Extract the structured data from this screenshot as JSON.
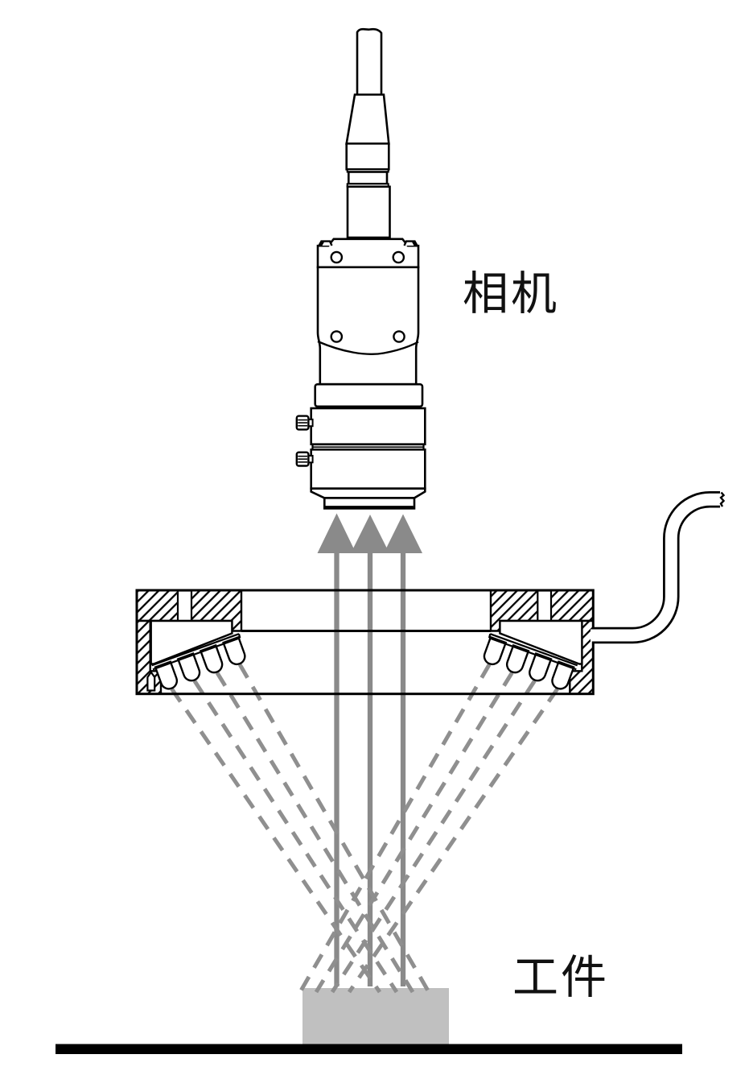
{
  "diagram": {
    "labels": {
      "camera": "相机",
      "workpiece": "工件"
    },
    "colors": {
      "line_art": "#000000",
      "reflected_ray_gray": "#8a8a8a",
      "illumination_ray_gray": "#8f8f8f",
      "workpiece_fill": "#c0c0c0",
      "background": "#ffffff"
    },
    "parts": [
      "camera-cable",
      "cable-connector",
      "camera-body",
      "lens-assembly",
      "reflected-light-arrows",
      "ring-light-housing",
      "led-array-left",
      "led-array-right",
      "ring-light-power-cable",
      "illumination-rays",
      "workpiece",
      "ground-line"
    ]
  }
}
